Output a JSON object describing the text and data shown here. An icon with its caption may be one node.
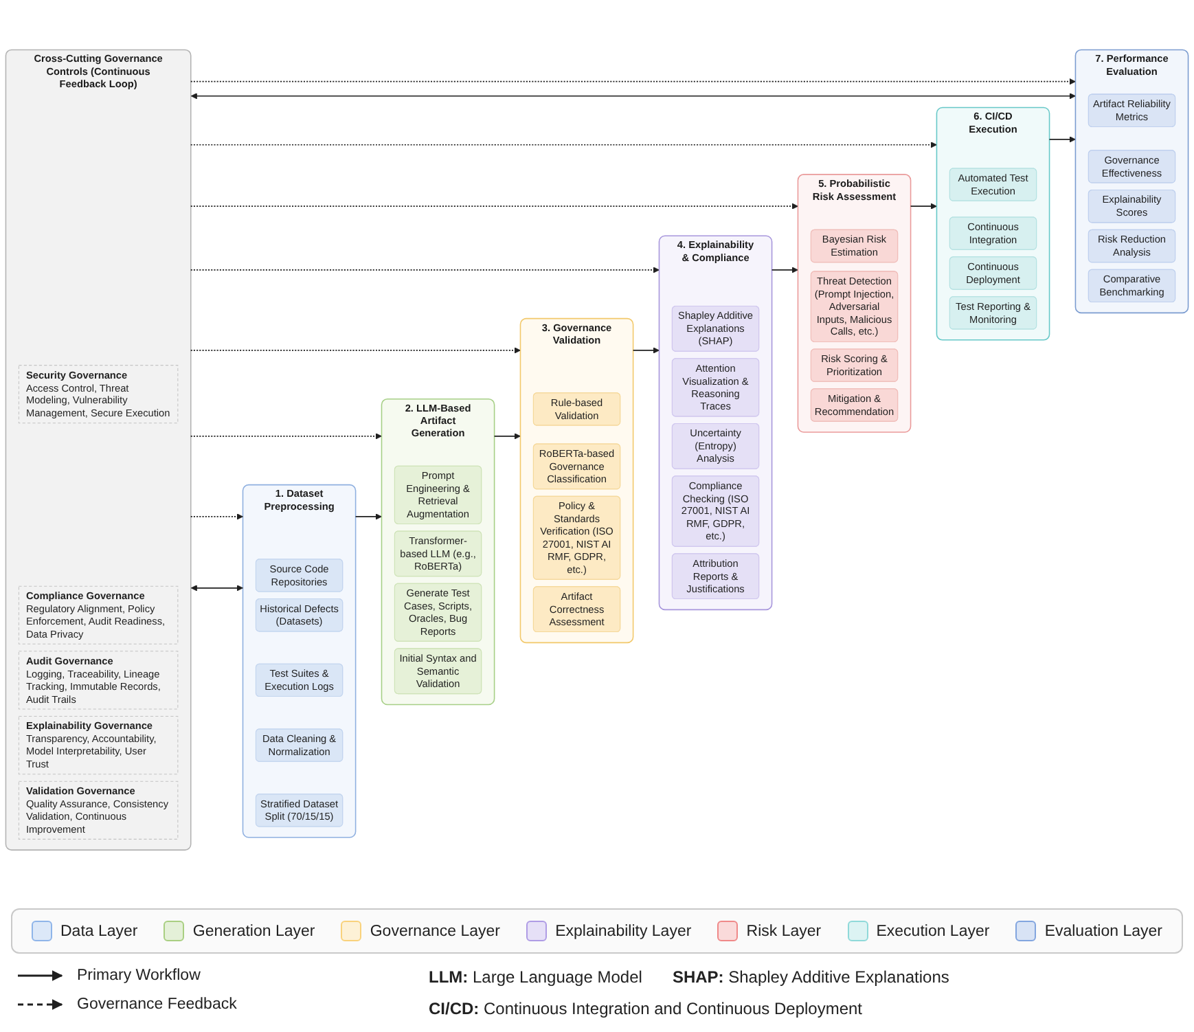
{
  "diagram": {
    "nodes": [
      {
        "text": [
          "1. Dataset Preprocessing"
        ]
      },
      {
        "text": [
          "Source Code Repositories"
        ],
        "in": 0
      },
      {
        "text": [
          "Historical Defects (Datasets)"
        ],
        "in": 0
      },
      {
        "text": [
          "Test Suites & Execution Logs"
        ],
        "in": 0
      },
      {
        "text": [
          "Data Cleaning & Normalization"
        ],
        "in": 0
      },
      {
        "text": [
          "Stratified Dataset Split (70/15/15)"
        ],
        "in": 0
      },
      {
        "text": [
          "2. LLM-Based Artifact Generation"
        ]
      },
      {
        "text": [
          "Prompt Engineering & Retrieval Augmentation"
        ],
        "in": 6
      },
      {
        "text": [
          "Transformer-based LLM (e.g., RoBERTa)"
        ],
        "in": 6
      },
      {
        "text": [
          "Generate Test Cases, Scripts, Oracles, Bug Reports"
        ],
        "in": 6
      },
      {
        "text": [
          "Initial Syntax and Semantic Validation"
        ],
        "in": 6
      },
      {
        "text": [
          "3. Governance Validation"
        ]
      },
      {
        "text": [
          "Rule-based Validation"
        ],
        "in": 11
      },
      {
        "text": [
          "RoBERTa-based Governance Classification"
        ],
        "in": 11
      },
      {
        "text": [
          "Policy & Standards Verification (ISO 27001, NIST AI RMF, GDPR, etc.)"
        ],
        "in": 11
      },
      {
        "text": [
          "Artifact Correctness Assessment"
        ],
        "in": 11
      },
      {
        "text": [
          "4. Explainability & Compliance"
        ]
      },
      {
        "text": [
          "Shapley Additive Explanations (SHAP)"
        ],
        "in": 16
      },
      {
        "text": [
          "Attention Visualization & Reasoning Traces"
        ],
        "in": 16
      },
      {
        "text": [
          "Uncertainty (Entropy) Analysis"
        ],
        "in": 16
      },
      {
        "text": [
          "Compliance Checking (ISO 27001, NIST AI RMF, GDPR, etc.)"
        ],
        "in": 16
      },
      {
        "text": [
          "Attribution Reports & Justifications"
        ],
        "in": 16
      },
      {
        "text": [
          "5. Probabilistic Risk Assessment"
        ]
      },
      {
        "text": [
          "Bayesian Risk Estimation"
        ],
        "in": 22
      },
      {
        "text": [
          "Threat Detection (Prompt Injection, Adversarial Inputs, Malicious Calls, etc.)"
        ],
        "in": 22
      },
      {
        "text": [
          "Risk Scoring & Prioritization"
        ],
        "in": 22
      },
      {
        "text": [
          "Mitigation & Recommendation"
        ],
        "in": 22
      },
      {
        "text": [
          "6. CI/CD Execution"
        ]
      },
      {
        "text": [
          "Automated Test Execution"
        ],
        "in": 27
      },
      {
        "text": [
          "Continuous Integration"
        ],
        "in": 27
      },
      {
        "text": [
          "Continuous Deployment"
        ],
        "in": 27
      },
      {
        "text": [
          "Test Reporting & Monitoring"
        ],
        "in": 27
      },
      {
        "text": [
          "7. Performance Evaluation"
        ]
      },
      {
        "text": [
          "Artifact Reliability Metrics"
        ],
        "in": 32
      },
      {
        "text": [
          "Governance Effectiveness"
        ],
        "in": 32
      },
      {
        "text": [
          "Explainability Scores"
        ],
        "in": 32
      },
      {
        "text": [
          "Risk Reduction Analysis"
        ],
        "in": 32
      },
      {
        "text": [
          "Comparative Benchmarking"
        ],
        "in": 32
      },
      {
        "text": [
          "Cross-Cutting Governance Controls (Continuous Feedback Loop)"
        ]
      },
      {
        "text": [
          "Security Governance",
          "Access Control, Threat Modeling, Vulnerability Management, Secure Execution"
        ],
        "in": 38
      },
      {
        "text": [
          "Compliance Governance",
          "Regulatory Alignment, Policy Enforcement, Audit Readiness, Data Privacy"
        ],
        "in": 38
      },
      {
        "text": [
          "Audit Governance",
          "Logging, Traceability, Lineage Tracking, Immutable Records, Audit Trails"
        ],
        "in": 38
      },
      {
        "text": [
          "Explainability Governance",
          "Transparency, Accountability, Model Interpretability, User Trust"
        ],
        "in": 38
      },
      {
        "text": [
          "Validation Governance",
          "Quality Assurance, Consistency Validation, Continuous Improvement"
        ],
        "in": 38
      }
    ],
    "edges": [
      {
        "from": 0,
        "to": 6,
        "arrow": "to"
      },
      {
        "from": 6,
        "to": 11,
        "arrow": "to"
      },
      {
        "from": 11,
        "to": 16,
        "arrow": "to"
      },
      {
        "from": 16,
        "to": 22,
        "arrow": "to"
      },
      {
        "from": 22,
        "to": 27,
        "arrow": "to"
      },
      {
        "from": 27,
        "to": 32,
        "arrow": "to"
      },
      {
        "from": 38,
        "to": 0,
        "arrow": "both"
      },
      {
        "from": 38,
        "to": 32,
        "arrow": "both"
      },
      {
        "from": 38,
        "to": 0,
        "arrow": "to",
        "style": "dashed"
      },
      {
        "from": 38,
        "to": 6,
        "arrow": "to",
        "style": "dashed"
      },
      {
        "from": 38,
        "to": 11,
        "arrow": "to",
        "style": "dashed"
      },
      {
        "from": 38,
        "to": 16,
        "arrow": "to",
        "style": "dashed"
      },
      {
        "from": 38,
        "to": 22,
        "arrow": "to",
        "style": "dashed"
      },
      {
        "from": 38,
        "to": 27,
        "arrow": "to",
        "style": "dashed"
      },
      {
        "from": 38,
        "to": 32,
        "arrow": "to",
        "style": "dashed"
      }
    ],
    "labels": [
      "**LLM:** Large Language Model",
      "**SHAP:** Shapley Additive Explanations",
      "**CI/CD:** Continuous Integration and Continuous Deployment"
    ],
    "legend": [
      {
        "text": "Data Layer",
        "color": "#dce8f8"
      },
      {
        "text": "Generation Layer",
        "color": "#e4f0d8"
      },
      {
        "text": "Governance Layer",
        "color": "#fdf1d6"
      },
      {
        "text": "Explainability Layer",
        "color": "#e6e0f7"
      },
      {
        "text": "Risk Layer",
        "color": "#fadada"
      },
      {
        "text": "Execution Layer",
        "color": "#dcf3f3"
      },
      {
        "text": "Evaluation Layer",
        "color": "#d8e3f5"
      },
      {
        "text": "Primary Workflow"
      },
      {
        "text": "Governance Feedback"
      }
    ]
  }
}
